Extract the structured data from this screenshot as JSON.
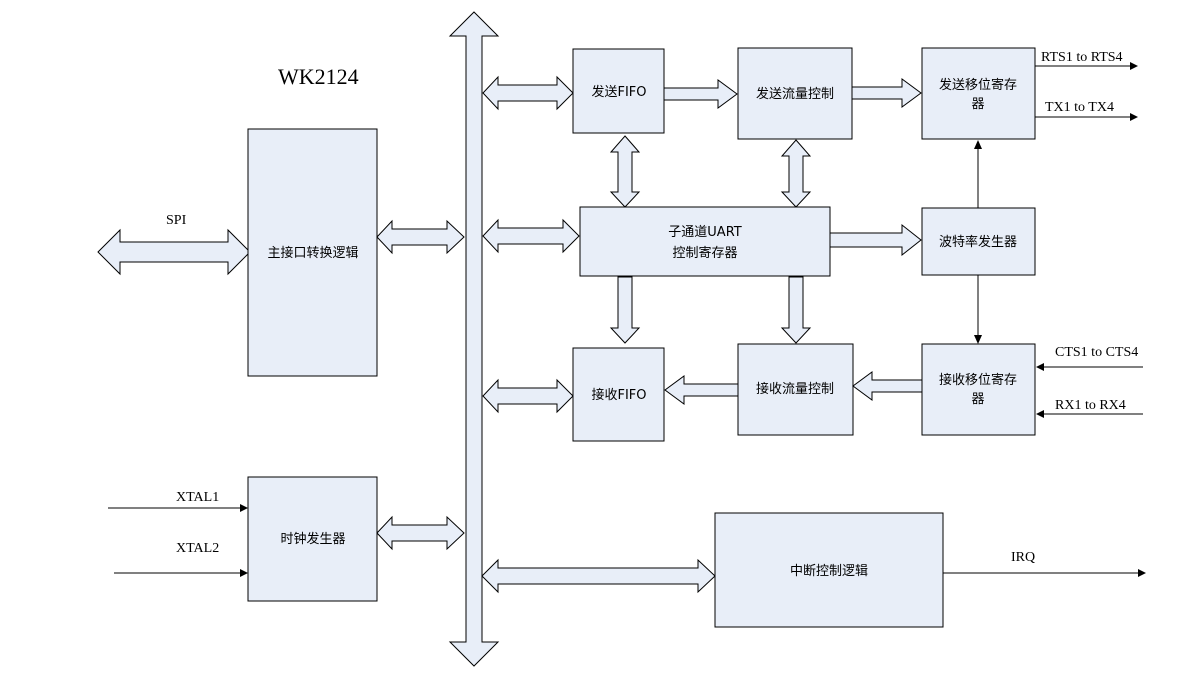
{
  "title": "WK2124",
  "blocks": {
    "tx_fifo": "发送FIFO",
    "tx_flow": "发送流量控制",
    "tx_shift_1": "发送移位寄存",
    "tx_shift_2": "器",
    "uart_reg_1": "子通道UART",
    "uart_reg_2": "控制寄存器",
    "baud": "波特率发生器",
    "rx_fifo": "接收FIFO",
    "rx_flow": "接收流量控制",
    "rx_shift_1": "接收移位寄存",
    "rx_shift_2": "器",
    "host_if": "主接口转换逻辑",
    "clock": "时钟发生器",
    "irq_logic": "中断控制逻辑"
  },
  "signals": {
    "spi": "SPI",
    "xtal1": "XTAL1",
    "xtal2": "XTAL2",
    "rts": "RTS1 to RTS4",
    "tx": "TX1 to TX4",
    "cts": "CTS1 to CTS4",
    "rx": "RX1 to RX4",
    "irq": "IRQ"
  }
}
